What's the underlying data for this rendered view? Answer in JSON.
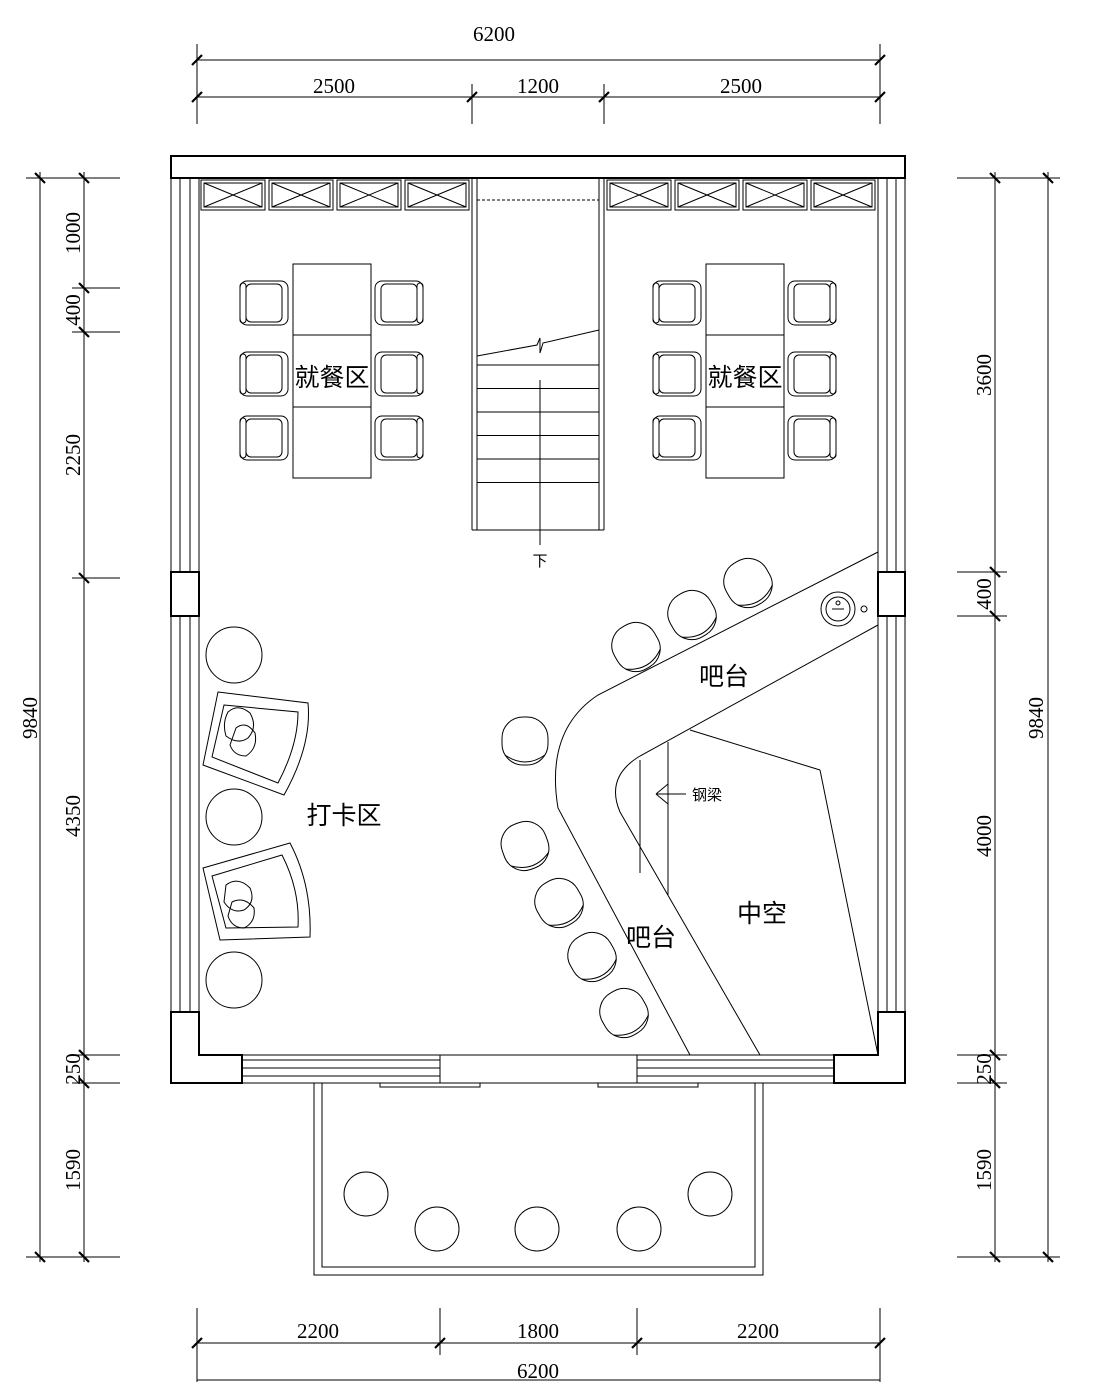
{
  "dimensions": {
    "top": {
      "total": "6200",
      "left": "2500",
      "middle": "1200",
      "right": "2500"
    },
    "bottom": {
      "total": "6200",
      "left": "2200",
      "middle": "1800",
      "right": "2200"
    },
    "left": {
      "total": "9840",
      "seg1": "1000",
      "seg2": "400",
      "seg3": "2250",
      "seg4": "4350",
      "seg5": "250",
      "seg6": "1590"
    },
    "right": {
      "total": "9840",
      "seg1": "3600",
      "seg2": "400",
      "seg3": "4000",
      "seg4": "250",
      "seg5": "1590"
    }
  },
  "labels": {
    "dining_left": "就餐区",
    "dining_right": "就餐区",
    "stair_down": "下",
    "bar_upper": "吧台",
    "bar_lower": "吧台",
    "photo_zone": "打卡区",
    "steel_beam": "钢梁",
    "void": "中空"
  }
}
